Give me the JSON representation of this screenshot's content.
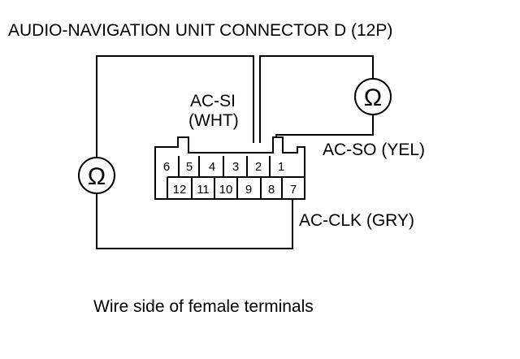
{
  "title": "AUDIO-NAVIGATION UNIT CONNECTOR D (12P)",
  "labels": {
    "ac_si_line1": "AC-SI",
    "ac_si_line2": "(WHT)",
    "ac_so": "AC-SO (YEL)",
    "ac_clk": "AC-CLK (GRY)"
  },
  "ohm_symbol": "Ω",
  "connector": {
    "top_row": [
      "6",
      "5",
      "4",
      "3",
      "2",
      "1"
    ],
    "bottom_row": [
      "12",
      "11",
      "10",
      "9",
      "8",
      "7"
    ]
  },
  "caption": "Wire side of female terminals"
}
